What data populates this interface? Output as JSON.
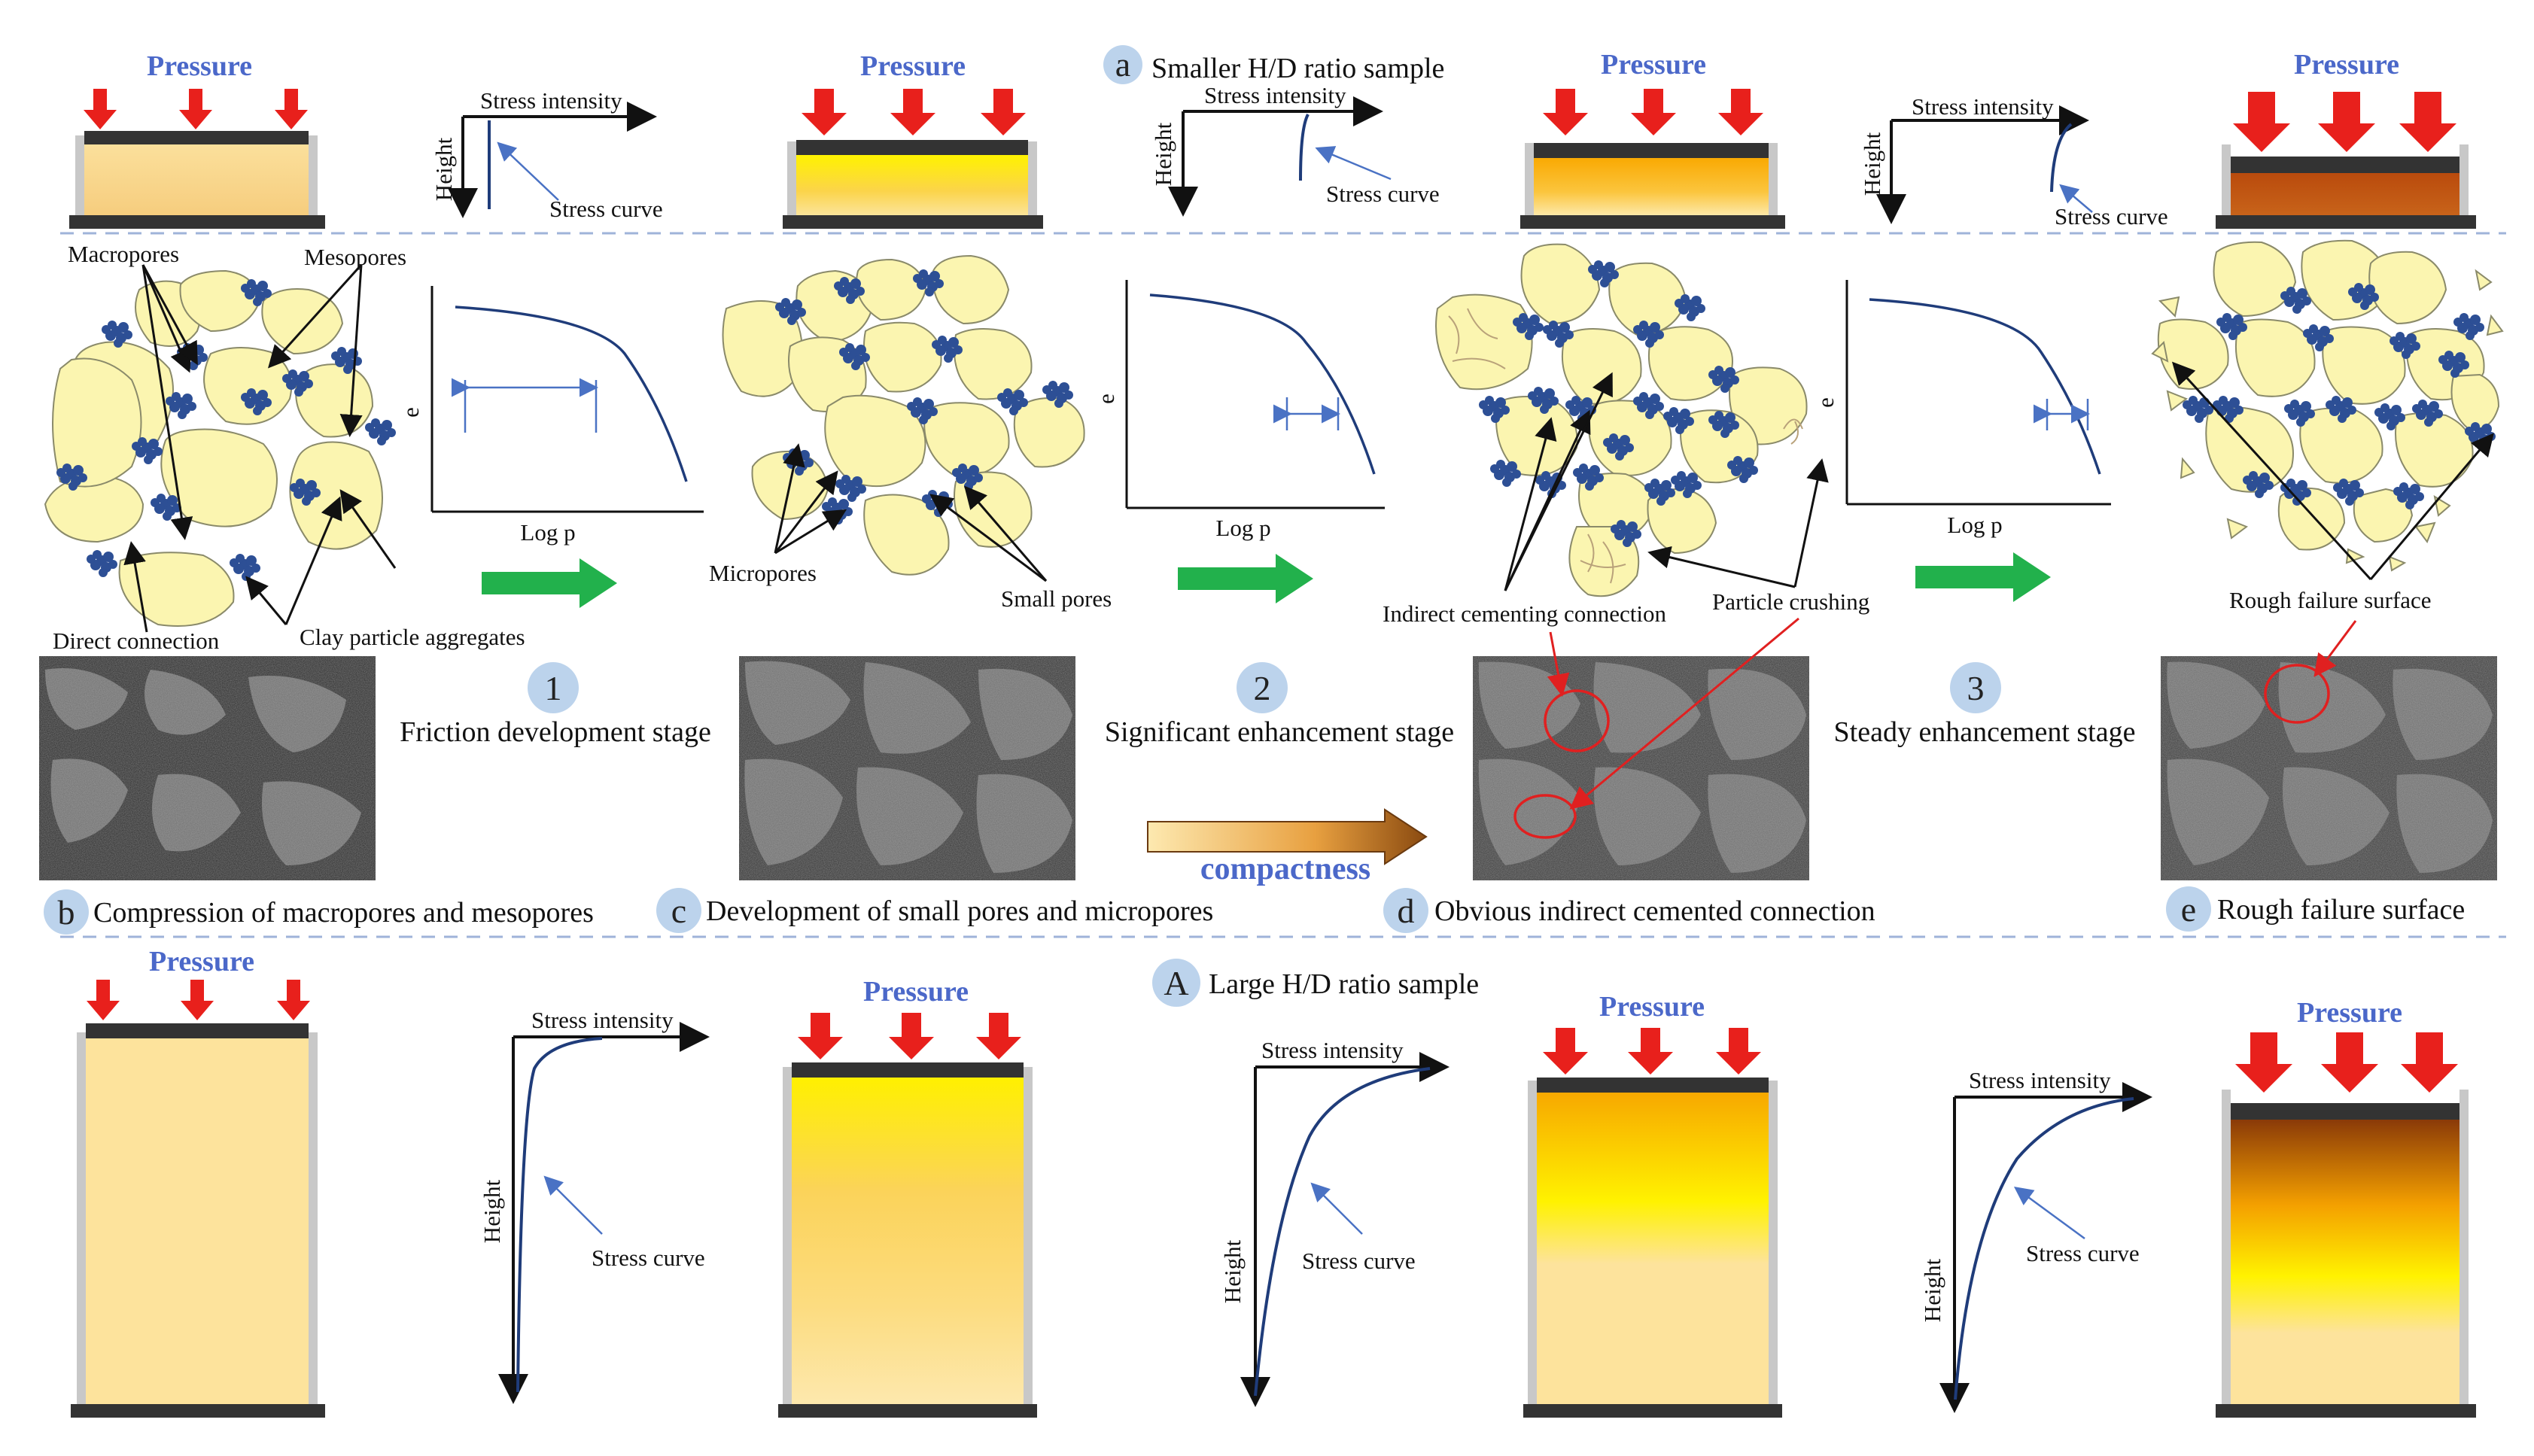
{
  "labels": {
    "pressure": "Pressure",
    "stress_intensity": "Stress intensity",
    "height": "Height",
    "stress_curve": "Stress curve",
    "macropores": "Macropores",
    "mesopores": "Mesopores",
    "direct_connection": "Direct connection",
    "clay_particle_aggregates": "Clay particle aggregates",
    "micropores": "Micropores",
    "small_pores": "Small pores",
    "indirect_cementing_connection": "Indirect cementing connection",
    "particle_crushing": "Particle crushing",
    "rough_failure_surface": "Rough failure surface",
    "e_axis": "e",
    "logp_axis": "Log p",
    "compactness": "compactness"
  },
  "sections": {
    "top": {
      "badge": "a",
      "title": "Smaller H/D ratio sample"
    },
    "bottom": {
      "badge": "A",
      "title": "Large  H/D ratio sample"
    }
  },
  "stages": [
    {
      "num": "1",
      "name": "Friction development stage"
    },
    {
      "num": "2",
      "name": "Significant enhancement stage"
    },
    {
      "num": "3",
      "name": "Steady enhancement stage"
    }
  ],
  "captions": [
    {
      "badge": "b",
      "text": "Compression of macropores and mesopores"
    },
    {
      "badge": "c",
      "text": "Development of small pores and micropores"
    },
    {
      "badge": "d",
      "text": "Obvious indirect cemented connection"
    },
    {
      "badge": "e",
      "text": "Rough failure surface"
    }
  ],
  "colors": {
    "pressure_text": "#4b68c9",
    "arrow_red": "#e8201c",
    "plate": "#333333",
    "wall": "#c8c8c8",
    "clay": "#2d4f95",
    "grain": "#fbf5b0",
    "green_arrow": "#22b14c",
    "curve": "#1f3c7a",
    "badge": "#bcd3ec",
    "dashed_line": "#9fb3d9"
  }
}
